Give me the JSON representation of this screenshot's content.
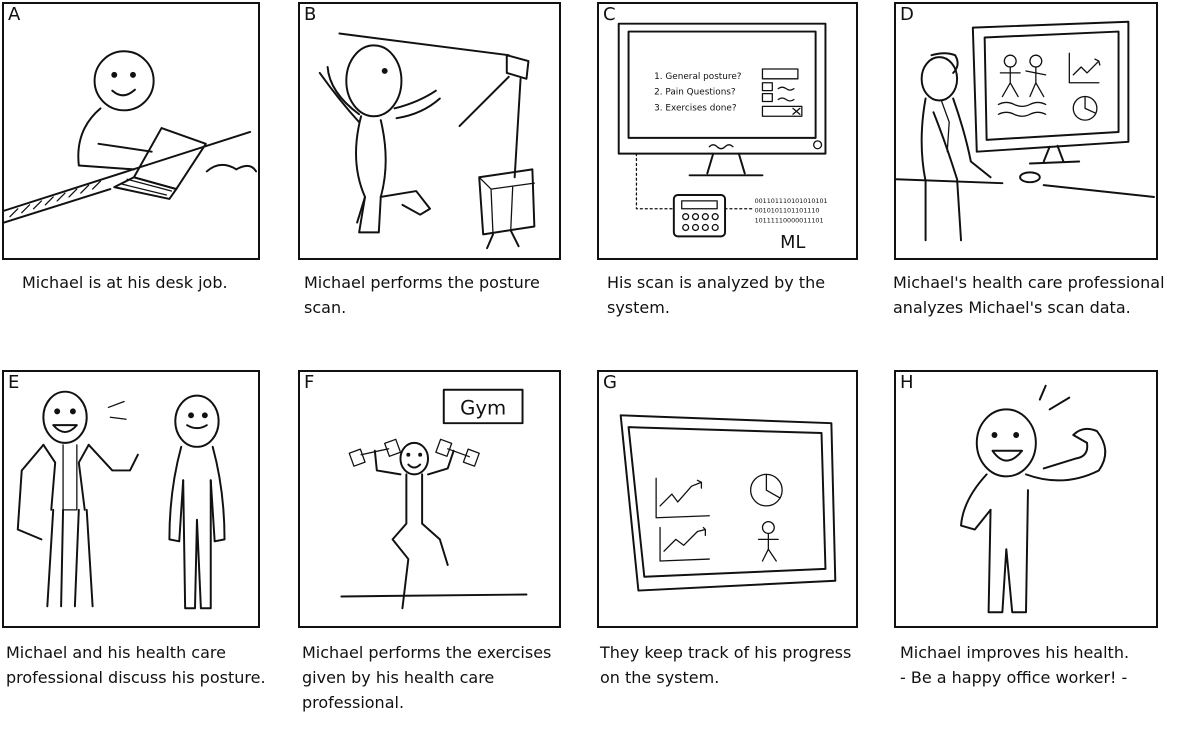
{
  "panels": [
    {
      "letter": "A",
      "caption": "Michael is at his desk job."
    },
    {
      "letter": "B",
      "caption": "Michael performs the posture\nscan."
    },
    {
      "letter": "C",
      "caption": "His scan is analyzed by the\nsystem.",
      "screen_items": [
        "1. General posture?",
        "2. Pain Questions?",
        "3. Exercises done?"
      ],
      "binary_lines": [
        "001101110101010101",
        "0010101101101110",
        "10111110000011101"
      ],
      "ml_label": "ML"
    },
    {
      "letter": "D",
      "caption": "Michael's health care professional\nanalyzes Michael's scan data."
    },
    {
      "letter": "E",
      "caption": "Michael and his health care\nprofessional discuss his posture."
    },
    {
      "letter": "F",
      "caption": "Michael performs the exercises\ngiven by his health care\nprofessional.",
      "sign": "Gym"
    },
    {
      "letter": "G",
      "caption": "They keep track of his progress\non the system."
    },
    {
      "letter": "H",
      "caption": "Michael improves his health.\n- Be a happy office worker! -"
    }
  ]
}
